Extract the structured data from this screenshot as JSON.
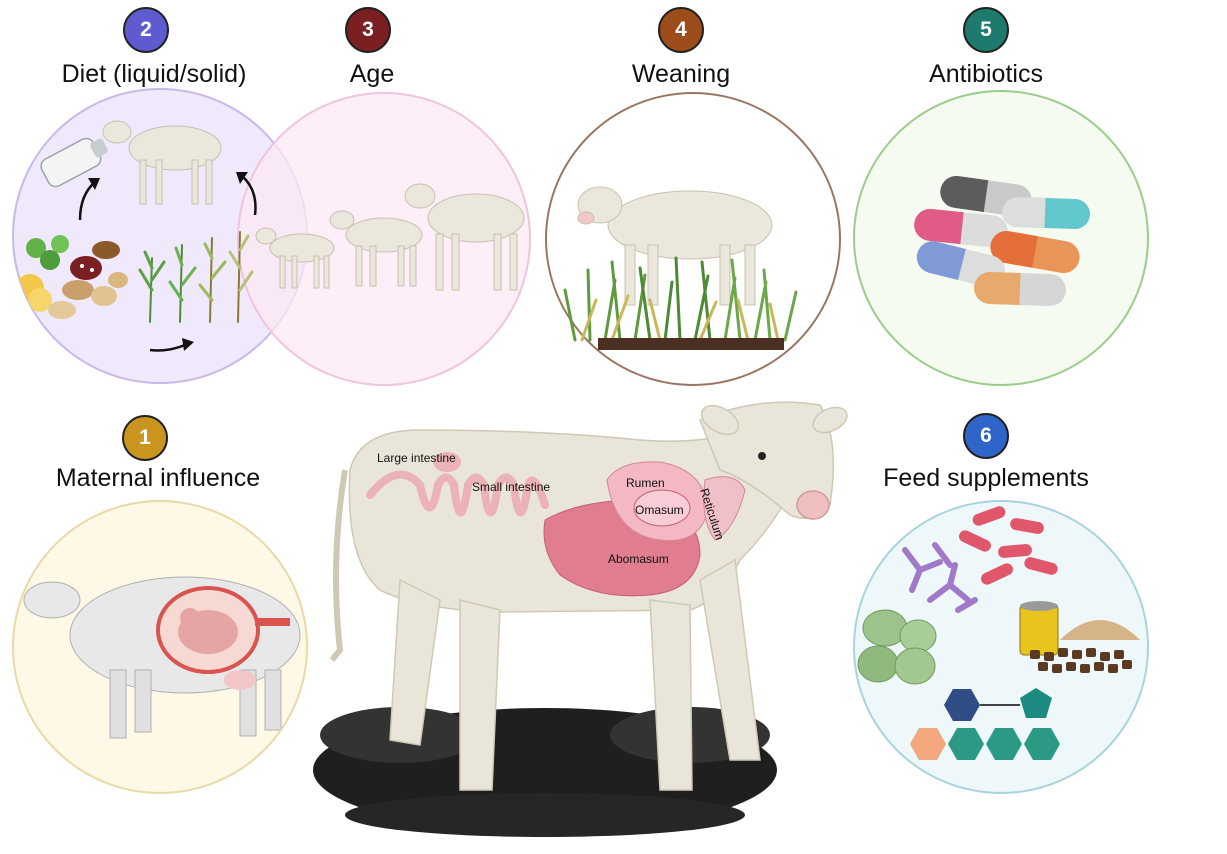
{
  "factors": [
    {
      "number": "1",
      "label": "Maternal influence",
      "color": "#c9951f"
    },
    {
      "number": "2",
      "label": "Diet (liquid/solid)",
      "color": "#5e5bd1"
    },
    {
      "number": "3",
      "label": "Age",
      "color": "#7a1f22"
    },
    {
      "number": "4",
      "label": "Weaning",
      "color": "#9c4d19"
    },
    {
      "number": "5",
      "label": "Antibiotics",
      "color": "#1f7a6e"
    },
    {
      "number": "6",
      "label": "Feed supplements",
      "color": "#2f64c9"
    }
  ],
  "organs": {
    "large_intestine": "Large intestine",
    "small_intestine": "Small intestine",
    "rumen": "Rumen",
    "omasum": "Omasum",
    "reticulum": "Reticulum",
    "abomasum": "Abomasum"
  }
}
